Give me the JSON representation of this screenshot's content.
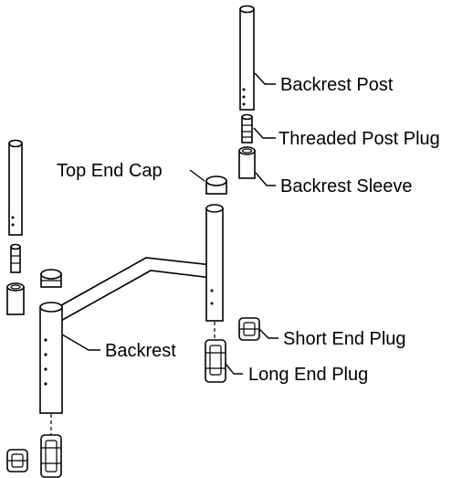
{
  "labels": {
    "backrest_post": "Backrest Post",
    "threaded_post_plug": "Threaded Post Plug",
    "backrest_sleeve": "Backrest Sleeve",
    "top_end_cap": "Top End Cap",
    "backrest": "Backrest",
    "short_end_plug": "Short End Plug",
    "long_end_plug": "Long End Plug"
  }
}
